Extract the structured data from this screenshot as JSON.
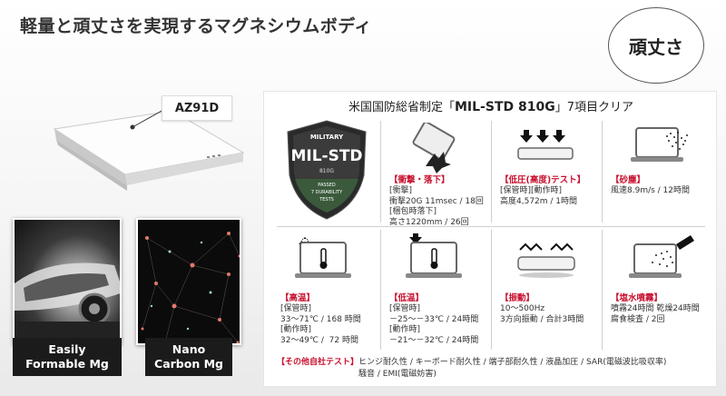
{
  "page": {
    "title": "軽量と頑丈さを実現するマグネシウムボディ",
    "badge": "頑丈さ"
  },
  "product": {
    "model": "AZ91D"
  },
  "materials": [
    {
      "line1": "Easily",
      "line2": "Formable Mg"
    },
    {
      "line1": "Nano",
      "line2": "Carbon Mg"
    }
  ],
  "milstd": {
    "prefix": "米国国防総省制定「",
    "name": "MIL-STD 810G",
    "suffix": "」7項目クリア",
    "shield": {
      "top": "MILITARY",
      "main": "MIL-STD",
      "num": "810G",
      "sub1": "PASSED",
      "sub2": "7 DURABILITY",
      "sub3": "TESTS"
    }
  },
  "tests": [
    {
      "label": "【衝撃・落下】",
      "text": "[衝撃]\n衝撃20G 11msec / 18回\n[梱包時落下]\n高さ1220mm / 26回"
    },
    {
      "label": "【低圧(高度)テスト】",
      "text": "[保管時][動作時]\n高度4,572m / 1時間"
    },
    {
      "label": "【砂塵】",
      "text": "風速8.9m/s / 12時間"
    },
    {
      "label": "【高温】",
      "text": "[保管時]\n33～71℃ / 168 時間\n[動作時]\n32～49℃ /  72 時間"
    },
    {
      "label": "【低温】",
      "text": "[保管時]\n－25～－33℃ / 24時間\n[動作時]\n－21～－32℃ / 24時間"
    },
    {
      "label": "【振動】",
      "text": "10～500Hz\n3方向振動 / 合計3時間"
    },
    {
      "label": "【塩水噴霧】",
      "text": "噴霧24時間 乾燥24時間\n腐食検査 / 2回"
    }
  ],
  "other": {
    "label": "【その他自社テスト】",
    "line1": "ヒンジ耐久性 / キーボード耐久性 / 端子部耐久性 / 液晶加圧 / SAR(電磁波比吸収率)",
    "line2": "騒音 / EMI(電磁妨害)"
  },
  "colors": {
    "accent": "#c8102e",
    "shield_green": "#3b5a3c",
    "shield_dark": "#2a2a2a"
  }
}
